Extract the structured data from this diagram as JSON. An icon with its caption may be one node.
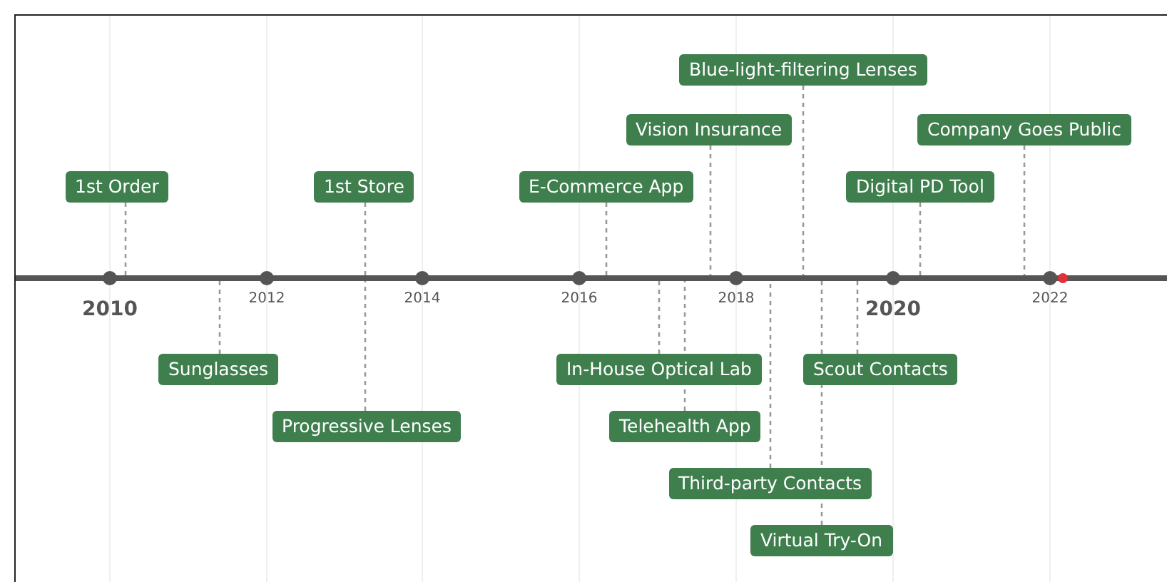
{
  "diagram": {
    "nodes": [
      {
        "text": [
          "1st Order"
        ]
      },
      {
        "text": [
          "Sunglasses"
        ]
      },
      {
        "text": [
          "1st Store"
        ]
      },
      {
        "text": [
          "Progressive Lenses"
        ]
      },
      {
        "text": [
          "E-Commerce App"
        ]
      },
      {
        "text": [
          "In-House Optical Lab"
        ]
      },
      {
        "text": [
          "Telehealth App"
        ]
      },
      {
        "text": [
          "Vision Insurance"
        ]
      },
      {
        "text": [
          "Third-party Contacts"
        ]
      },
      {
        "text": [
          "Blue-light-filtering Lenses"
        ]
      },
      {
        "text": [
          "Virtual Try-On"
        ]
      },
      {
        "text": [
          "Scout Contacts"
        ]
      },
      {
        "text": [
          "Digital PD Tool"
        ]
      },
      {
        "text": [
          "Company Goes Public"
        ]
      }
    ],
    "edges": [
      {
        "from": 0,
        "to": null,
        "arrow": "none",
        "style": "dashed"
      },
      {
        "from": 1,
        "to": null,
        "arrow": "none",
        "style": "dashed"
      },
      {
        "from": 2,
        "to": null,
        "arrow": "none",
        "style": "dashed"
      },
      {
        "from": 3,
        "to": null,
        "arrow": "none",
        "style": "dashed"
      },
      {
        "from": 4,
        "to": null,
        "arrow": "none",
        "style": "dashed"
      },
      {
        "from": 5,
        "to": null,
        "arrow": "none",
        "style": "dashed"
      },
      {
        "from": 6,
        "to": null,
        "arrow": "none",
        "style": "dashed"
      },
      {
        "from": 7,
        "to": null,
        "arrow": "none",
        "style": "dashed"
      },
      {
        "from": 8,
        "to": null,
        "arrow": "none",
        "style": "dashed"
      },
      {
        "from": 9,
        "to": null,
        "arrow": "none",
        "style": "dashed"
      },
      {
        "from": 10,
        "to": null,
        "arrow": "none",
        "style": "dashed"
      },
      {
        "from": 11,
        "to": null,
        "arrow": "none",
        "style": "dashed"
      },
      {
        "from": 12,
        "to": null,
        "arrow": "none",
        "style": "dashed"
      },
      {
        "from": 13,
        "to": null,
        "arrow": "none",
        "style": "dashed"
      }
    ],
    "labels": [
      "2010",
      "2012",
      "2014",
      "2016",
      "2018",
      "2020",
      "2022"
    ]
  }
}
